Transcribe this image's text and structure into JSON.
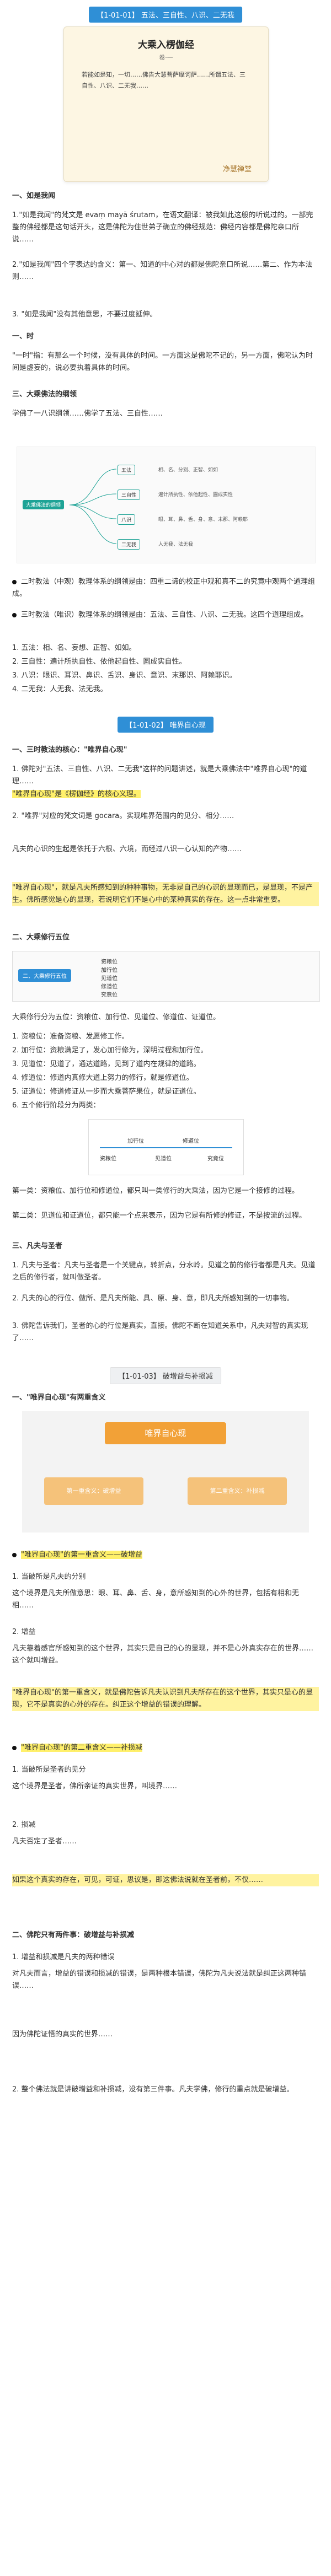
{
  "section1": {
    "tag": "【1-01-01】 五法、三自性、八识、二无我",
    "card": {
      "title": "大乘入楞伽经",
      "subtitle": "卷·一",
      "body": "若能如是知，一切……佛告大慧菩萨摩诃萨……所谓五法、三自性、八识、二无我……",
      "seal": "净慧禅堂"
    },
    "h1": "一、如是我闻",
    "p1": "1.\"如是我闻\"的梵文是 evaṃ mayā śrutam，在语文翻译：被我如此这般的听说过的。一部完整的佛经都是这句话开头，这是佛陀为住世弟子确立的佛经规范：佛经内容都是佛陀亲口所说……",
    "p2": "2.\"如是我闻\"四个字表达的含义：第一、知道的中心对的都是佛陀亲口所说……第二、作为本法则……",
    "p3": "3. \"如是我闻\"没有其他意思，不要过度延伸。",
    "h2": "一、时",
    "p4": "\"一时\"指：有那么一个时候，没有具体的时间。一方面这是佛陀不记的，另一方面，佛陀认为时间是虚妄的，说必要执着具体的时间。",
    "h3": "三、大乘佛法的纲领",
    "p5": "学佛了一八识纲领……佛学了五法、三自性……"
  },
  "mindmap": {
    "root": "大乘佛法的纲领",
    "branches": [
      "五法",
      "三自性",
      "八识",
      "二无我"
    ],
    "leaves": [
      "相、名、分别、正智、如如",
      "遍计所执性、依他起性、圆成实性",
      "眼、耳、鼻、舌、身、意、末那、阿赖耶",
      "人无我、法无我"
    ]
  },
  "section1b": {
    "b1": "二时教法（中观）教理体系的纲领是由：四重二谛的校正中观和真不二的究竟中观两个道理组成。",
    "b2": "三时教法（唯识）教理体系的纲领是由：五法、三自性、八识、二无我。这四个道理组成。",
    "list": [
      "1. 五法：相、名、妄想、正智、如如。",
      "2. 三自性：遍计所执自性、依他起自性、圆成实自性。",
      "3. 八识：眼识、耳识、鼻识、舌识、身识、意识、末那识、阿赖耶识。",
      "4. 二无我：人无我、法无我。"
    ]
  },
  "section2": {
    "tag": "【1-01-02】 唯界自心现",
    "h1": "一、三时教法的核心：\"唯界自心现\"",
    "p1": "1. 佛陀对\"五法、三自性、八识、二无我\"这样的问题讲述，就是大乘佛法中\"唯界自心现\"的道理……",
    "p1hl": "\"唯界自心现\"是《楞伽经》的核心义理。",
    "p2": "2. \"唯界\"对应的梵文词是 gocara。实现唯界范围内的见分、相分……",
    "p3": "凡夫的心识的生起是依托于六根、六境，而经过八识一心认知的产物……",
    "p4hl": "\"唯界自心现\"，就是凡夫所感知到的种种事物，无非是自己的心识的显现而已，是显现，不是产生。佛所感觉是心的显现，若说明它们不是心中的某种真实的存在。这一点非常重要。",
    "h2": "二、大乘修行五位",
    "flow": [
      "资粮位",
      "加行位",
      "见道位",
      "修道位",
      "究竟位"
    ],
    "p5": "大乘修行分为五位：资粮位、加行位、见道位、修道位、证道位。",
    "list": [
      "1. 资粮位：准备资粮、发愿修工作。",
      "2. 加行位：资粮满足了，发心加行修为，深明过程和加行位。",
      "3. 见道位：见道了，通达道路，见到了道内在规律的道路。",
      "4. 修道位：修道内真修大道上努力的修行，就是修道位。",
      "5. 证道位：修道修证从一步而大乘菩萨果位，就是证道位。",
      "6. 五个修行阶段分为两类："
    ],
    "p6": "第一类：资粮位、加行位和修道位，都只叫一类修行的大乘法，因为它是一个接修的过程。",
    "p7": "第二类：见道位和证道位，都只能一个点来表示，因为它是有所修的修证，不是按流的过程。",
    "h3": "三、凡夫与圣者",
    "p8": "1. 凡夫与圣者：凡夫与圣者是一个关键点，转折点，分水岭。见道之前的修行者都是凡夫。见道之后的修行者，就叫做圣者。",
    "p9": "2. 凡夫的心的行位、做所、是凡夫所能、具、原、身、意，即凡夫所感知到的一切事物。",
    "p10": "3. 佛陀告诉我们，圣者的心的行位是真实，直接。佛陀不断在知道关系中，凡夫对智的真实现了……"
  },
  "section3": {
    "tag": "【1-01-03】 破增益与补损减",
    "h1": "一、\"唯界自心现\"有两重含义",
    "diagram_center": "唯界自心现",
    "diagram_left": "第一重含义：破增益",
    "diagram_right": "第二重含义：补损减",
    "h2": "\"唯界自心现\"的第一重含义——破增益",
    "l1": "1. 当破所是凡夫的分别",
    "p1": "这个境界是凡夫所做意思：眼、耳、鼻、舌、身，意所感知到的心外的世界，包括有相和无相……",
    "l2": "2. 增益",
    "p2": "凡夫靠着感官所感知到的这个世界，其实只是自己的心的显现，并不是心外真实存在的世界……这个就叫增益。",
    "p3hl": "\"唯界自心现\"的第一重含义，就是佛陀告诉凡夫认识到凡夫所存在的这个世界，其实只是心的显现，它不是真实的心外的存在。纠正这个增益的错误的理解。",
    "h3": "\"唯界自心现\"的第二重含义——补损减",
    "l3": "1. 当破所是圣者的见分",
    "p4": "这个境界是圣者，佛所亲证的真实世界，叫境界……",
    "l4": "2. 损减",
    "p5": "凡夫否定了圣者……",
    "p6hl": "如果这个真实的存在，可见，可证，思议是，即这佛法说就在圣者前，不仅……",
    "h4": "二、佛陀只有两件事：破增益与补损减",
    "l5": "1. 增益和损减是凡夫的两种错误",
    "p7": "对凡夫而言，增益的错误和损减的错误，是两种根本错误，佛陀为凡夫说法就是纠正这两种错误……",
    "p8": "因为佛陀证悟的真实的世界……",
    "l6": "2. 整个佛法就是讲破增益和补损减，没有第三件事。凡夫学佛，修行的重点就是破增益。"
  }
}
